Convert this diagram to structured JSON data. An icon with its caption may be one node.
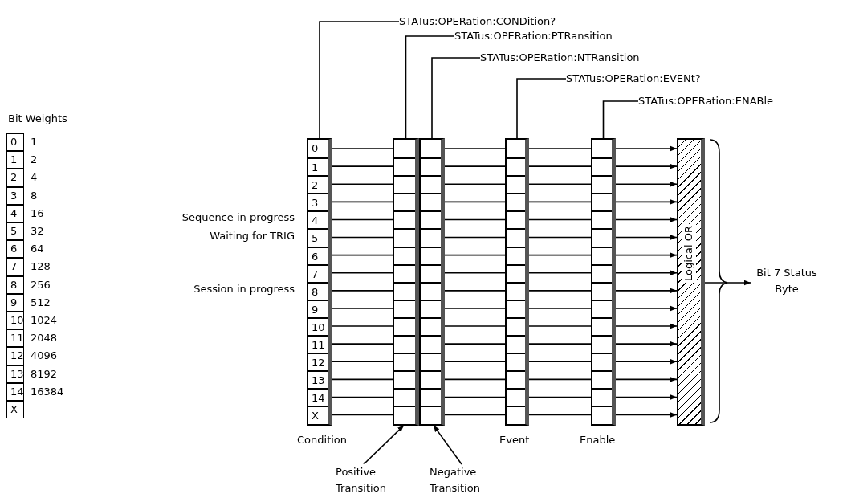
{
  "diagram": {
    "nodes": [
      {
        "text": [
          "STATus:OPERation:CONDition?"
        ]
      },
      {
        "text": [
          "STATus:OPERation:PTRansition"
        ]
      },
      {
        "text": [
          "STATus:OPERation:NTRansition"
        ]
      },
      {
        "text": [
          "STATus:OPERation:EVENt?"
        ]
      },
      {
        "text": [
          "STATus:OPERation:ENABle"
        ]
      },
      {
        "text": [
          "0",
          "1",
          "2",
          "3",
          "4",
          "5",
          "6",
          "7",
          "8",
          "9",
          "10",
          "11",
          "12",
          "13",
          "14",
          "X"
        ],
        "beside": [
          "Condition"
        ]
      },
      {
        "text": [],
        "shape": "box"
      },
      {
        "text": [],
        "shape": "box"
      },
      {
        "text": [],
        "shape": "box",
        "beside": [
          "Event"
        ]
      },
      {
        "text": [],
        "shape": "box",
        "beside": [
          "Enable"
        ]
      },
      {
        "text": [
          "Logical OR"
        ]
      },
      {
        "text": [
          "Bit 7 Status Byte"
        ]
      },
      {
        "text": [
          "Positive Transition"
        ]
      },
      {
        "text": [
          "Negative Transition"
        ]
      }
    ],
    "edges": [
      {
        "from": 0,
        "to": 5,
        "arrow": "none"
      },
      {
        "from": 1,
        "to": 6,
        "arrow": "none"
      },
      {
        "from": 2,
        "to": 7,
        "arrow": "none"
      },
      {
        "from": 3,
        "to": 8,
        "arrow": "none"
      },
      {
        "from": 4,
        "to": 9,
        "arrow": "none"
      },
      {
        "from": 12,
        "to": 6,
        "arrow": "to"
      },
      {
        "from": 13,
        "to": 7,
        "arrow": "to"
      },
      {
        "from": 10,
        "to": 11,
        "arrow": "to"
      },
      {
        "from": 5,
        "to": 6,
        "arrow": "none"
      },
      {
        "from": 5,
        "to": 6,
        "arrow": "none"
      },
      {
        "from": 5,
        "to": 6,
        "arrow": "none"
      },
      {
        "from": 5,
        "to": 6,
        "arrow": "none"
      },
      {
        "from": 5,
        "to": 6,
        "arrow": "none"
      },
      {
        "from": 5,
        "to": 6,
        "arrow": "none"
      },
      {
        "from": 5,
        "to": 6,
        "arrow": "none"
      },
      {
        "from": 5,
        "to": 6,
        "arrow": "none"
      },
      {
        "from": 5,
        "to": 6,
        "arrow": "none"
      },
      {
        "from": 5,
        "to": 6,
        "arrow": "none"
      },
      {
        "from": 5,
        "to": 6,
        "arrow": "none"
      },
      {
        "from": 5,
        "to": 6,
        "arrow": "none"
      },
      {
        "from": 5,
        "to": 6,
        "arrow": "none"
      },
      {
        "from": 5,
        "to": 6,
        "arrow": "none"
      },
      {
        "from": 5,
        "to": 6,
        "arrow": "none"
      },
      {
        "from": 5,
        "to": 6,
        "arrow": "none"
      },
      {
        "from": 7,
        "to": 8,
        "arrow": "none"
      },
      {
        "from": 7,
        "to": 8,
        "arrow": "none"
      },
      {
        "from": 7,
        "to": 8,
        "arrow": "none"
      },
      {
        "from": 7,
        "to": 8,
        "arrow": "none"
      },
      {
        "from": 7,
        "to": 8,
        "arrow": "none"
      },
      {
        "from": 7,
        "to": 8,
        "arrow": "none"
      },
      {
        "from": 7,
        "to": 8,
        "arrow": "none"
      },
      {
        "from": 7,
        "to": 8,
        "arrow": "none"
      },
      {
        "from": 7,
        "to": 8,
        "arrow": "none"
      },
      {
        "from": 7,
        "to": 8,
        "arrow": "none"
      },
      {
        "from": 7,
        "to": 8,
        "arrow": "none"
      },
      {
        "from": 7,
        "to": 8,
        "arrow": "none"
      },
      {
        "from": 7,
        "to": 8,
        "arrow": "none"
      },
      {
        "from": 7,
        "to": 8,
        "arrow": "none"
      },
      {
        "from": 7,
        "to": 8,
        "arrow": "none"
      },
      {
        "from": 7,
        "to": 8,
        "arrow": "none"
      },
      {
        "from": 8,
        "to": 9,
        "arrow": "none"
      },
      {
        "from": 8,
        "to": 9,
        "arrow": "none"
      },
      {
        "from": 8,
        "to": 9,
        "arrow": "none"
      },
      {
        "from": 8,
        "to": 9,
        "arrow": "none"
      },
      {
        "from": 8,
        "to": 9,
        "arrow": "none"
      },
      {
        "from": 8,
        "to": 9,
        "arrow": "none"
      },
      {
        "from": 8,
        "to": 9,
        "arrow": "none"
      },
      {
        "from": 8,
        "to": 9,
        "arrow": "none"
      },
      {
        "from": 8,
        "to": 9,
        "arrow": "none"
      },
      {
        "from": 8,
        "to": 9,
        "arrow": "none"
      },
      {
        "from": 8,
        "to": 9,
        "arrow": "none"
      },
      {
        "from": 8,
        "to": 9,
        "arrow": "none"
      },
      {
        "from": 8,
        "to": 9,
        "arrow": "none"
      },
      {
        "from": 8,
        "to": 9,
        "arrow": "none"
      },
      {
        "from": 8,
        "to": 9,
        "arrow": "none"
      },
      {
        "from": 8,
        "to": 9,
        "arrow": "none"
      },
      {
        "from": 9,
        "to": 10,
        "arrow": "to"
      },
      {
        "from": 9,
        "to": 10,
        "arrow": "to"
      },
      {
        "from": 9,
        "to": 10,
        "arrow": "to"
      },
      {
        "from": 9,
        "to": 10,
        "arrow": "to"
      },
      {
        "from": 9,
        "to": 10,
        "arrow": "to"
      },
      {
        "from": 9,
        "to": 10,
        "arrow": "to"
      },
      {
        "from": 9,
        "to": 10,
        "arrow": "to"
      },
      {
        "from": 9,
        "to": 10,
        "arrow": "to"
      },
      {
        "from": 9,
        "to": 10,
        "arrow": "to"
      },
      {
        "from": 9,
        "to": 10,
        "arrow": "to"
      },
      {
        "from": 9,
        "to": 10,
        "arrow": "to"
      },
      {
        "from": 9,
        "to": 10,
        "arrow": "to"
      },
      {
        "from": 9,
        "to": 10,
        "arrow": "to"
      },
      {
        "from": 9,
        "to": 10,
        "arrow": "to"
      },
      {
        "from": 9,
        "to": 10,
        "arrow": "to"
      },
      {
        "from": 9,
        "to": 10,
        "arrow": "to"
      }
    ],
    "labels": [
      "Bit Weights",
      "0",
      "1",
      "1",
      "2",
      "2",
      "4",
      "3",
      "8",
      "4",
      "16",
      "5",
      "32",
      "6",
      "64",
      "7",
      "128",
      "8",
      "256",
      "9",
      "512",
      "10",
      "1024",
      "11",
      "2048",
      "12",
      "4096",
      "13",
      "8192",
      "14",
      "16384",
      "X",
      "Sequence in progress",
      "Waiting for TRIG",
      "Session in progress"
    ]
  }
}
